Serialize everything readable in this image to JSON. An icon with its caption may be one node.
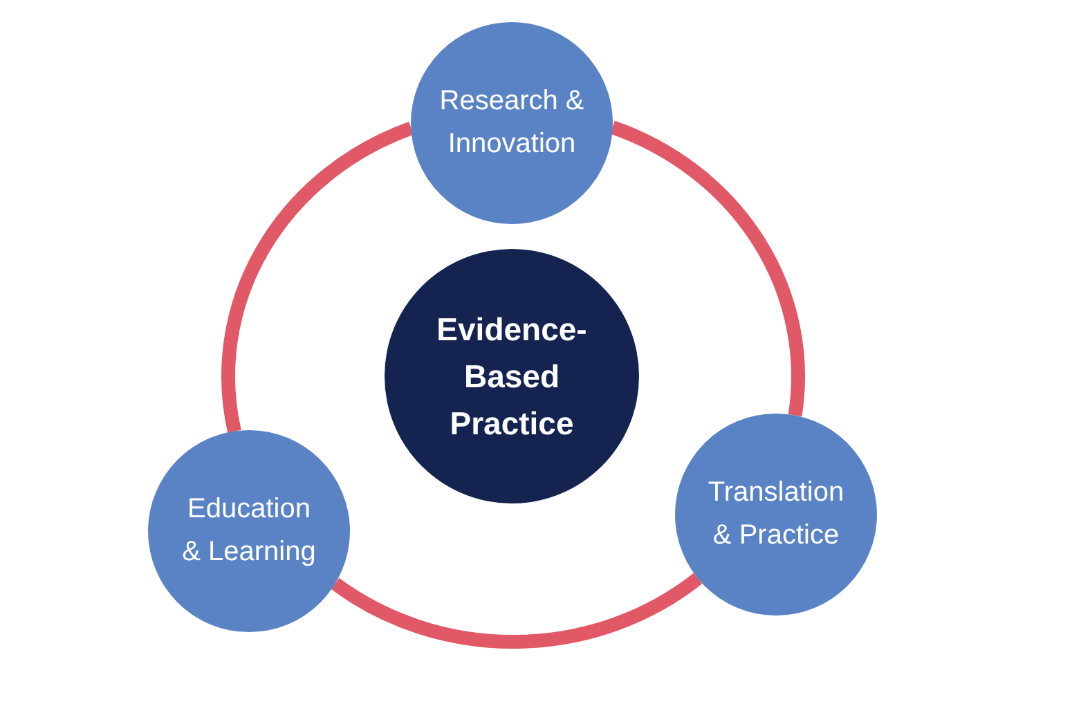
{
  "diagram": {
    "nodes": [
      {
        "text": [
          "Research & Innovation"
        ]
      },
      {
        "text": [
          "Evidence-Based Practice"
        ]
      },
      {
        "text": [
          "Education & Learning"
        ]
      },
      {
        "text": [
          "Translation & Practice"
        ]
      }
    ],
    "edges": [
      {
        "from": 0,
        "to": 3,
        "arrow": "none"
      },
      {
        "from": 3,
        "to": 2,
        "arrow": "none"
      },
      {
        "from": 2,
        "to": 0,
        "arrow": "none"
      }
    ]
  }
}
